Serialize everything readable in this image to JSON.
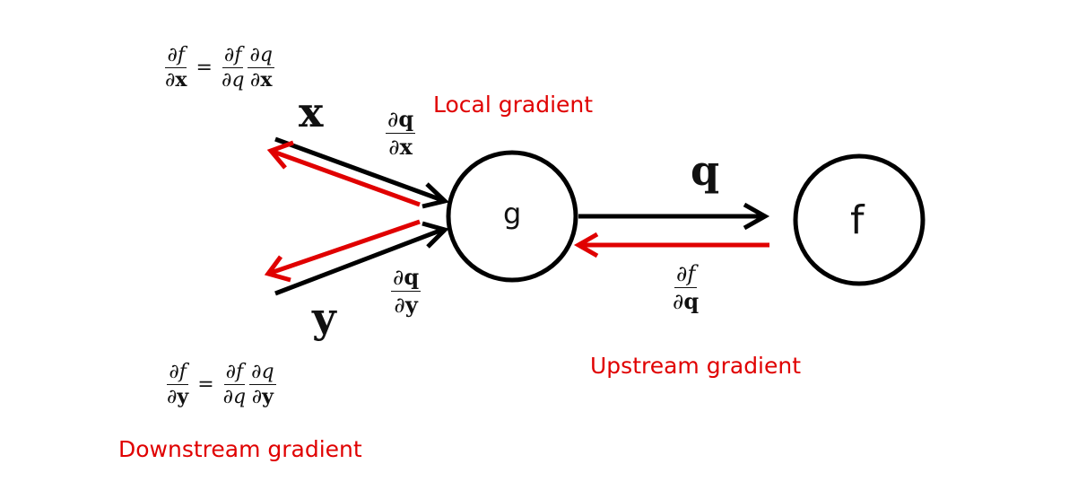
{
  "labels": {
    "local_gradient": "Local gradient",
    "upstream_gradient": "Upstream gradient",
    "downstream_gradient": "Downstream gradient"
  },
  "variables": {
    "x": "x",
    "y": "y",
    "q": "q"
  },
  "nodes": {
    "g": "g",
    "f": "f"
  },
  "math": {
    "partial": "∂",
    "f": "f",
    "q": "q",
    "x": "x",
    "y": "y",
    "equals": "="
  },
  "colors": {
    "forward": "#000000",
    "backward": "#e00000",
    "label": "#e00000"
  }
}
